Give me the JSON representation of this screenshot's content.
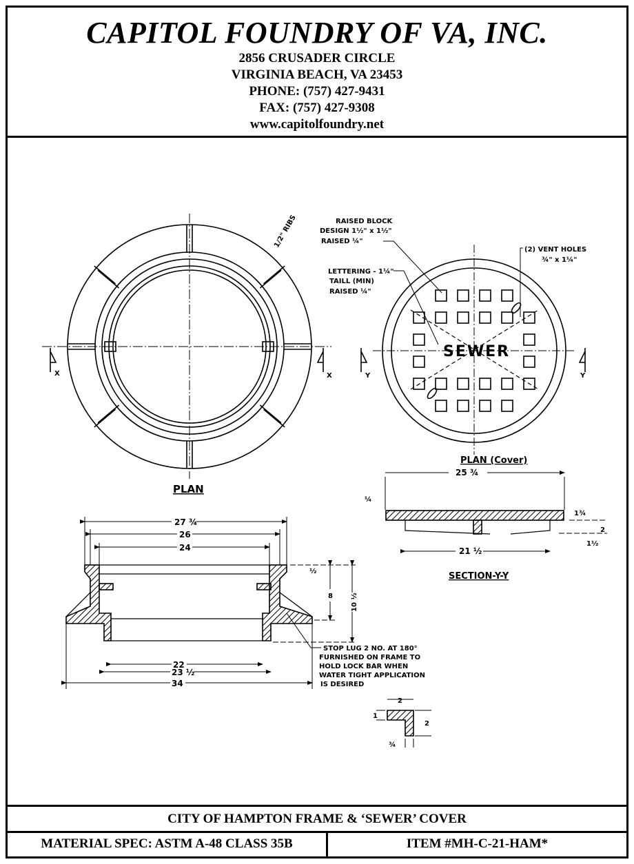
{
  "header": {
    "company": "CAPITOL FOUNDRY OF VA, INC.",
    "address_line1": "2856 CRUSADER CIRCLE",
    "address_line2": "VIRGINIA BEACH, VA 23453",
    "phone": "PHONE: (757) 427-9431",
    "fax": "FAX: (757) 427-9308",
    "website": "www.capitolfoundry.net"
  },
  "drawing": {
    "frame_plan": {
      "label": "PLAN",
      "rib_note": "1/2\" RIBS",
      "section_mark": "X"
    },
    "cover_plan": {
      "label": "PLAN (Cover)",
      "lettering": "SEWER",
      "section_mark": "Y",
      "note_block": [
        "RAISED BLOCK",
        "DESIGN 1½\" x 1½\"",
        "RAISED ¼\""
      ],
      "note_lettering": [
        "LETTERING - 1¼\"",
        "TAILL (MIN)",
        "RAISED ¼\""
      ],
      "note_vent": [
        "(2) VENT HOLES",
        "¾\" x 1¼\""
      ]
    },
    "cover_section": {
      "label": "SECTION-Y-Y",
      "dims": {
        "overall": "25 ¾",
        "bottom": "21 ½",
        "top_left": "¼",
        "thick": "1¾",
        "rib": "2",
        "rib_bottom": "1½"
      }
    },
    "frame_section": {
      "dims": {
        "d1": "27 ¾",
        "d2": "26",
        "d3": "24",
        "d4": "22",
        "d5": "23 ½",
        "d6": "34",
        "h1": "½",
        "h2": "8",
        "h3": "10 ½"
      },
      "stop_lug_note": [
        "STOP LUG 2 NO. AT 180°",
        "FURNISHED ON FRAME TO",
        "HOLD LOCK BAR WHEN",
        "WATER TIGHT APPLICATION",
        "IS DESIRED"
      ],
      "lug_dims": {
        "width": "2",
        "height": "2",
        "thick": "1",
        "web": "¾"
      }
    }
  },
  "footer": {
    "title": "CITY OF HAMPTON FRAME & ‘SEWER’ COVER",
    "material": "MATERIAL SPEC:  ASTM A-48 CLASS 35B",
    "item": "ITEM #MH-C-21-HAM*"
  }
}
